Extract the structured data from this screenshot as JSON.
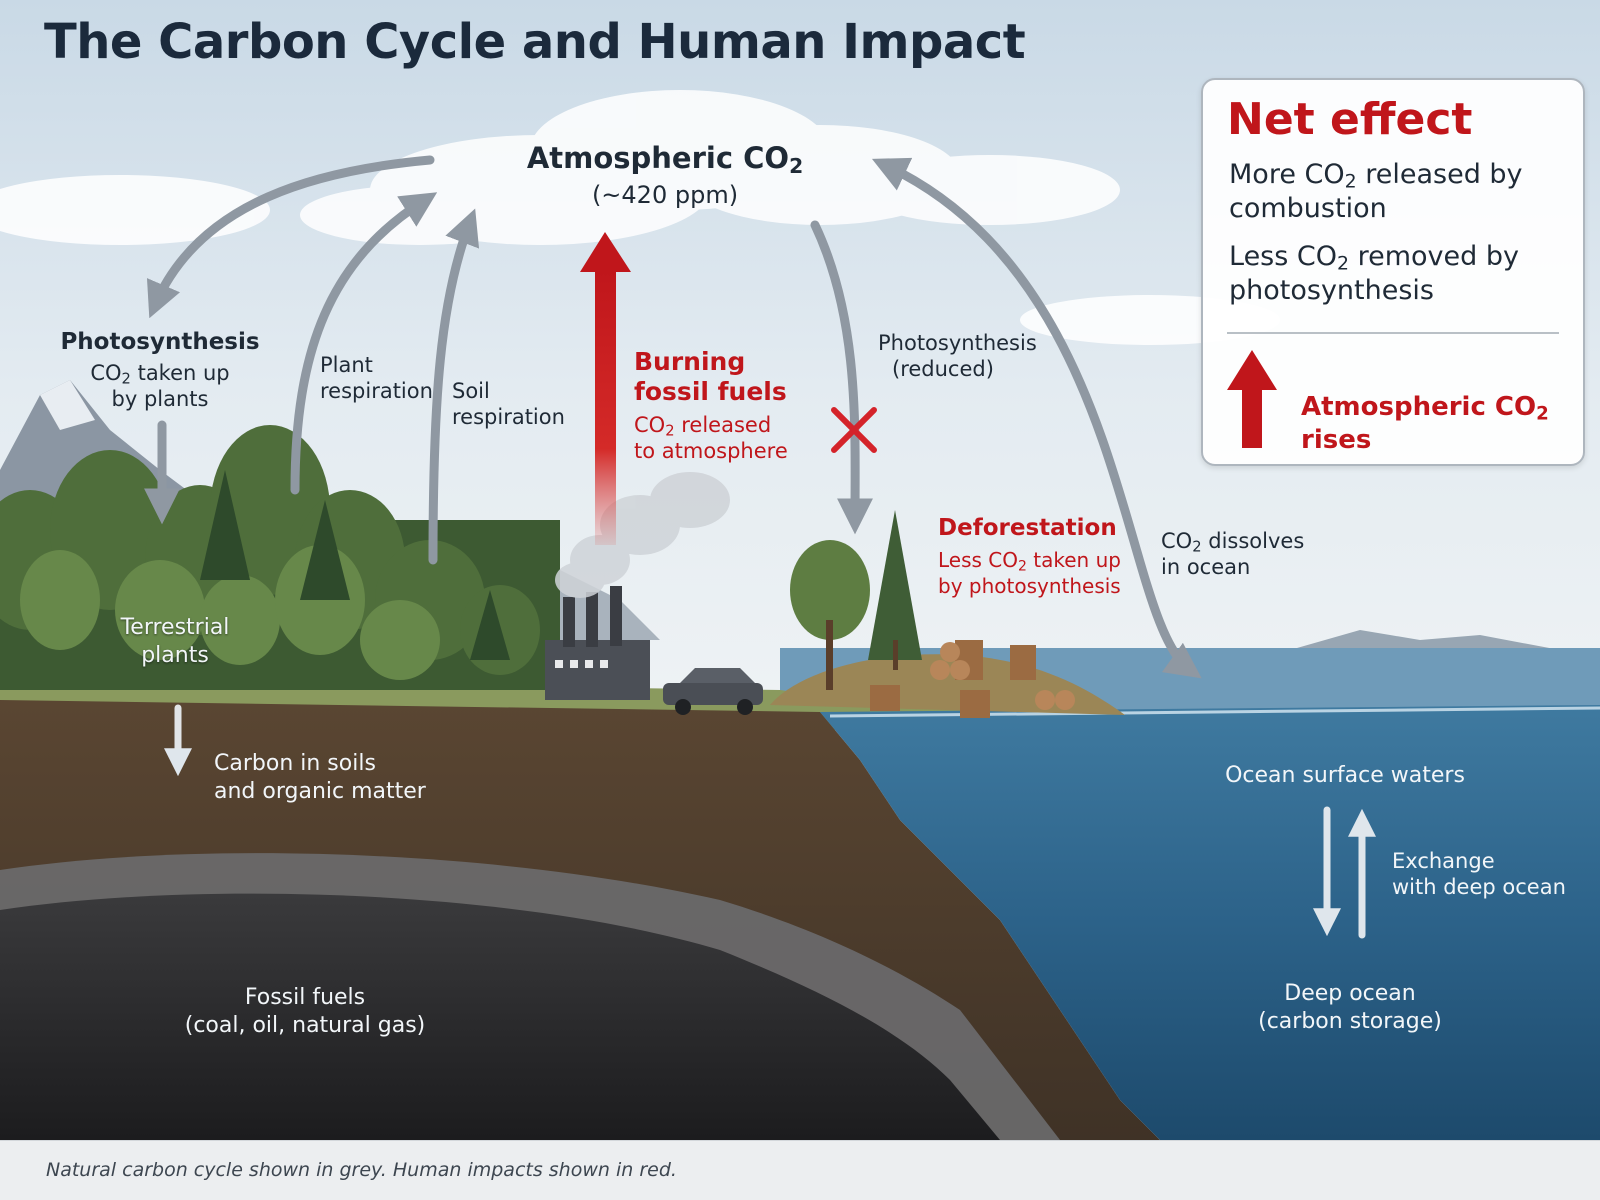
{
  "title": "The Carbon Cycle and Human Impact",
  "colors": {
    "natural": "#9aa3ad",
    "human": "#c0161b",
    "title": "#1b2a3c"
  },
  "labels": {
    "atmosphere_title": "Atmospheric CO",
    "atmosphere_sub": "2",
    "atmosphere_ppm": "(~420 ppm)",
    "photosynthesis_title": "Photosynthesis",
    "photosynthesis_line1_pre": "CO",
    "photosynthesis_line1_sub": "2",
    "photosynthesis_line1_post": " taken up",
    "photosynthesis_line2": "by plants",
    "plant_resp_1": "Plant",
    "plant_resp_2": "respiration",
    "soil_resp_1": "Soil",
    "soil_resp_2": "respiration",
    "burning_1": "Burning",
    "burning_2": "fossil fuels",
    "burning_sub_pre": "CO",
    "burning_sub_sub": "2",
    "burning_sub_post": " released",
    "burning_sub_2": "to atmosphere",
    "photo_reduced_1": "Photosynthesis",
    "photo_reduced_2": "(reduced)",
    "deforestation_title": "Deforestation",
    "deforestation_1_pre": "Less CO",
    "deforestation_1_sub": "2",
    "deforestation_1_post": " taken up",
    "deforestation_2": "by photosynthesis",
    "dissolves_pre": "CO",
    "dissolves_sub": "2",
    "dissolves_post": " dissolves",
    "dissolves_2": "in ocean",
    "terrestrial_1": "Terrestrial",
    "terrestrial_2": "plants",
    "soil_carbon_1": "Carbon in soils",
    "soil_carbon_2": "and organic matter",
    "fossil_1": "Fossil fuels",
    "fossil_2": "(coal, oil, natural gas)",
    "ocean_surface": "Ocean surface waters",
    "exchange_1": "Exchange",
    "exchange_2": "with deep ocean",
    "deep_ocean_1": "Deep ocean",
    "deep_ocean_2": "(carbon storage)"
  },
  "net_effect": {
    "title": "Net effect",
    "line1_pre": "More CO",
    "line1_sub": "2",
    "line1_post": " released by",
    "line1_2": "combustion",
    "line2_pre": "Less CO",
    "line2_sub": "2",
    "line2_post": " removed by",
    "line2_2": "photosynthesis",
    "result_pre": "Atmospheric CO",
    "result_sub": "2",
    "result_post": " rises"
  },
  "caption": "Natural carbon cycle shown in grey. Human impacts shown in red."
}
